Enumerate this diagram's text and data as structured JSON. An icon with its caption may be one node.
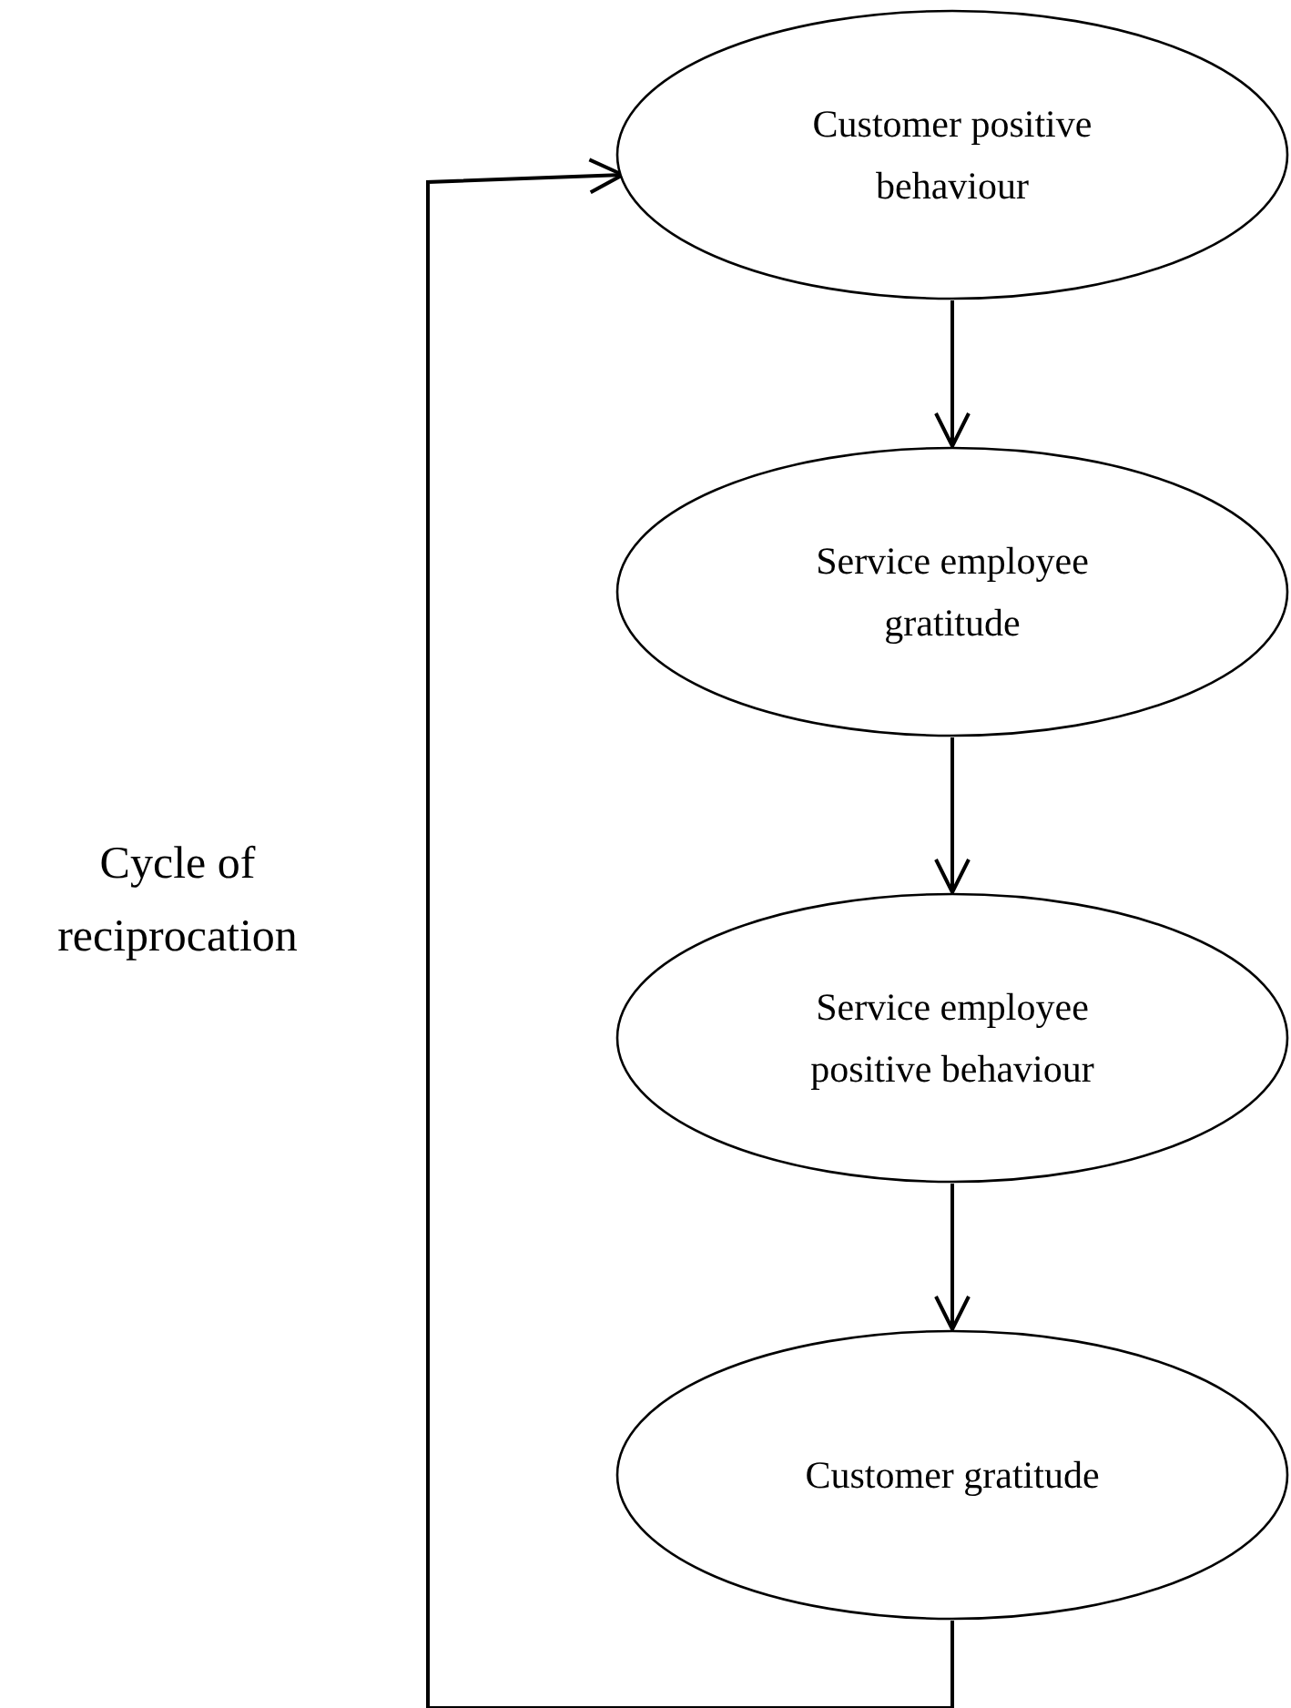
{
  "diagram": {
    "nodes": [
      {
        "text": [
          "Customer positive behaviour"
        ]
      },
      {
        "text": [
          "Service employee gratitude"
        ]
      },
      {
        "text": [
          "Service employee positive behaviour"
        ]
      },
      {
        "text": [
          "Customer gratitude"
        ]
      }
    ],
    "edges": [
      {
        "from": 0,
        "to": 1,
        "arrow": "to"
      },
      {
        "from": 1,
        "to": 2,
        "arrow": "to"
      },
      {
        "from": 2,
        "to": 3,
        "arrow": "to"
      },
      {
        "from": 3,
        "to": 0,
        "arrow": "to"
      }
    ],
    "labels": [
      "Cycle of reciprocation"
    ]
  }
}
